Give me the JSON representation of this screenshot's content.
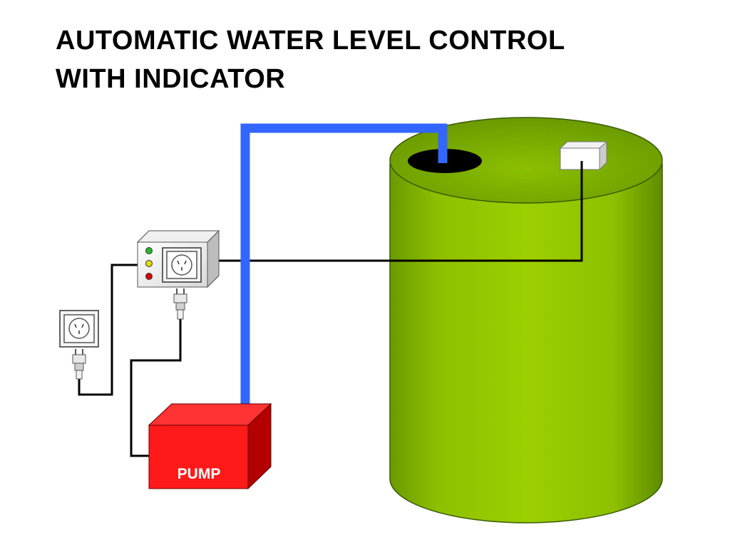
{
  "title": {
    "line1": "AUTOMATIC WATER LEVEL CONTROL",
    "line2": "WITH INDICATOR"
  },
  "pump": {
    "label": "PUMP"
  },
  "colors": {
    "tank": "#8fc400",
    "tank_dark": "#5e8c00",
    "pipe": "#3366ff",
    "pump": "#ff2020",
    "pump_dark": "#b30000",
    "wire": "#000000"
  },
  "indicator_leds": [
    {
      "color": "#22bb22",
      "icon": "green-led"
    },
    {
      "color": "#dddd00",
      "icon": "yellow-led"
    },
    {
      "color": "#dd0000",
      "icon": "red-led"
    }
  ],
  "icons": [
    "wall-outlet-icon",
    "plug-icon",
    "controller-box",
    "level-sensor",
    "water-tank",
    "pump-box"
  ]
}
